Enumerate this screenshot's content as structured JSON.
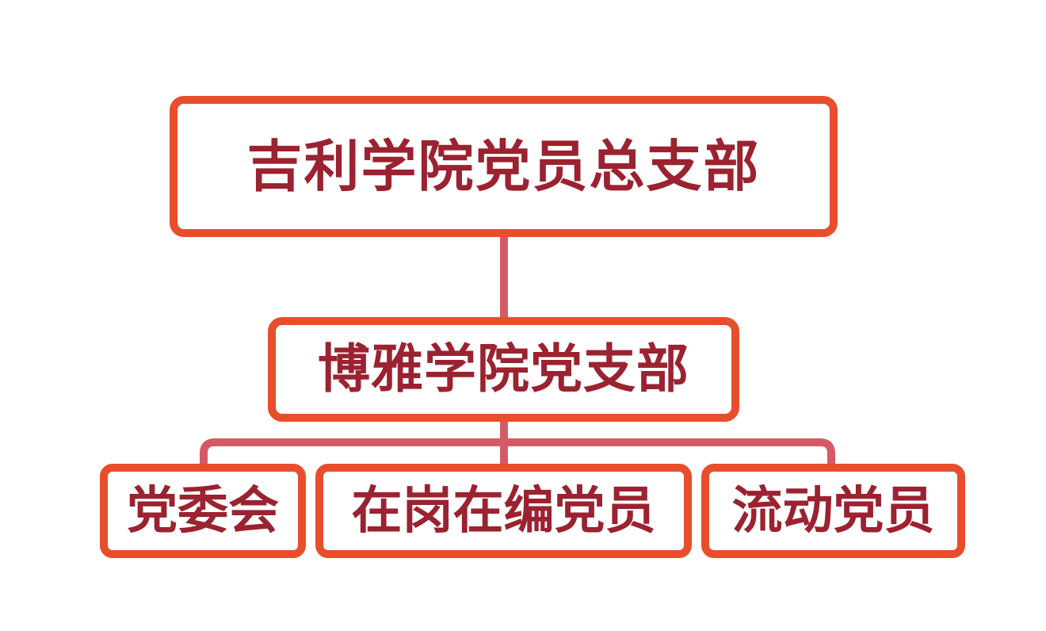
{
  "diagram": {
    "root": {
      "label": "吉利学院党员总支部"
    },
    "branch": {
      "label": "博雅学院党支部"
    },
    "children": [
      {
        "label": "党委会"
      },
      {
        "label": "在岗在编党员"
      },
      {
        "label": "流动党员"
      }
    ]
  },
  "colors": {
    "node_border": "#e84e2c",
    "text": "#9b2230",
    "connector": "#d55a66",
    "background": "#ffffff"
  }
}
